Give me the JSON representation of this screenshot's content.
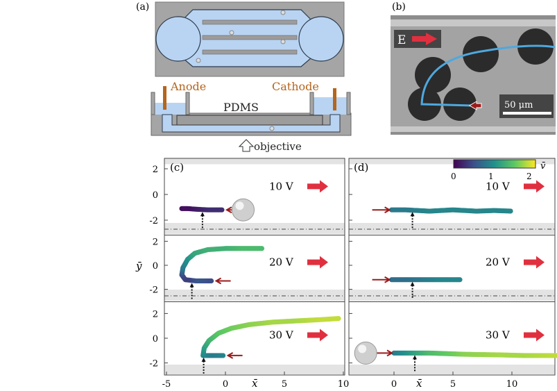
{
  "panel_a": {
    "label": "(a)",
    "anode": "Anode",
    "cathode": "Cathode",
    "pdms": "PDMS",
    "objective": "objective"
  },
  "panel_b": {
    "label": "(b)",
    "field_label": "E",
    "scale_bar": "50 μm"
  },
  "colors": {
    "anode": "#b5651d",
    "channel": "#b9d4f2",
    "chip": "#9c9c9c",
    "arrow": "#e0303f",
    "trail": "#4ea8de",
    "inlet_arrow": "#9b1b1b"
  },
  "chart_data": [
    {
      "type": "scatter",
      "panel": "(c)",
      "xlabel": "x̄",
      "ylabel": "ȳ",
      "xlim": [
        -5,
        10
      ],
      "xticks": [
        "-5",
        "0",
        "5",
        "10"
      ],
      "yticks": [
        "2",
        "0",
        "-2"
      ],
      "rows": [
        {
          "voltage": "10 V",
          "points": [
            [
              -0.3,
              -1.2,
              0.3
            ],
            [
              -1.5,
              -1.2,
              0.3
            ],
            [
              -2.5,
              -1.15,
              0.2
            ],
            [
              -3.2,
              -1.1,
              0.1
            ],
            [
              -3.8,
              -1.1,
              0.1
            ]
          ],
          "particle_x": 1.5
        },
        {
          "voltage": "20 V",
          "points": [
            [
              -1.2,
              -1.3,
              0.5
            ],
            [
              -2.5,
              -1.3,
              0.6
            ],
            [
              -3.4,
              -1.2,
              0.4
            ],
            [
              -3.7,
              -0.8,
              0.5
            ],
            [
              -3.6,
              -0.2,
              0.9
            ],
            [
              -3.2,
              0.5,
              1.1
            ],
            [
              -2.6,
              1.0,
              1.3
            ],
            [
              -1.5,
              1.3,
              1.4
            ],
            [
              0,
              1.4,
              1.4
            ],
            [
              1.5,
              1.4,
              1.5
            ],
            [
              3.2,
              1.4,
              1.5
            ]
          ]
        },
        {
          "voltage": "30 V",
          "points": [
            [
              -0.2,
              -1.4,
              1.0
            ],
            [
              -1.3,
              -1.4,
              0.9
            ],
            [
              -1.9,
              -1.4,
              1.0
            ],
            [
              -1.8,
              -0.8,
              1.2
            ],
            [
              -1.4,
              -0.2,
              1.4
            ],
            [
              -0.6,
              0.4,
              1.6
            ],
            [
              0.5,
              0.8,
              1.7
            ],
            [
              2,
              1.1,
              1.8
            ],
            [
              4,
              1.3,
              1.9
            ],
            [
              6,
              1.4,
              1.9
            ],
            [
              8,
              1.5,
              2.0
            ],
            [
              9.7,
              1.6,
              2.0
            ]
          ]
        }
      ]
    },
    {
      "type": "scatter",
      "panel": "(d)",
      "xlabel": "x̄",
      "xlim": [
        -4,
        14
      ],
      "xticks": [
        "0",
        "5",
        "10"
      ],
      "colorbar": {
        "label": "v̄",
        "ticks": [
          "0",
          "1",
          "2"
        ],
        "range": [
          0,
          2.2
        ]
      },
      "rows": [
        {
          "voltage": "10 V",
          "points": [
            [
              -0.2,
              -1.2,
              0.9
            ],
            [
              1,
              -1.2,
              0.9
            ],
            [
              3,
              -1.3,
              1.0
            ],
            [
              5,
              -1.2,
              1.0
            ],
            [
              7,
              -1.3,
              1.0
            ],
            [
              8.5,
              -1.25,
              1.0
            ],
            [
              10,
              -1.3,
              1.0
            ]
          ]
        },
        {
          "voltage": "20 V",
          "points": [
            [
              -0.2,
              -1.2,
              0.8
            ],
            [
              1,
              -1.2,
              0.8
            ],
            [
              2.5,
              -1.2,
              0.9
            ],
            [
              4,
              -1.2,
              1.0
            ],
            [
              5.7,
              -1.2,
              1.0
            ]
          ]
        },
        {
          "voltage": "30 V",
          "points": [
            [
              0,
              -1.2,
              0.9
            ],
            [
              1.5,
              -1.2,
              1.2
            ],
            [
              3,
              -1.2,
              1.5
            ],
            [
              6,
              -1.3,
              1.8
            ],
            [
              9,
              -1.35,
              1.9
            ],
            [
              11,
              -1.4,
              1.9
            ],
            [
              14,
              -1.4,
              2.0
            ]
          ],
          "particle_x": -2.4
        }
      ]
    }
  ]
}
